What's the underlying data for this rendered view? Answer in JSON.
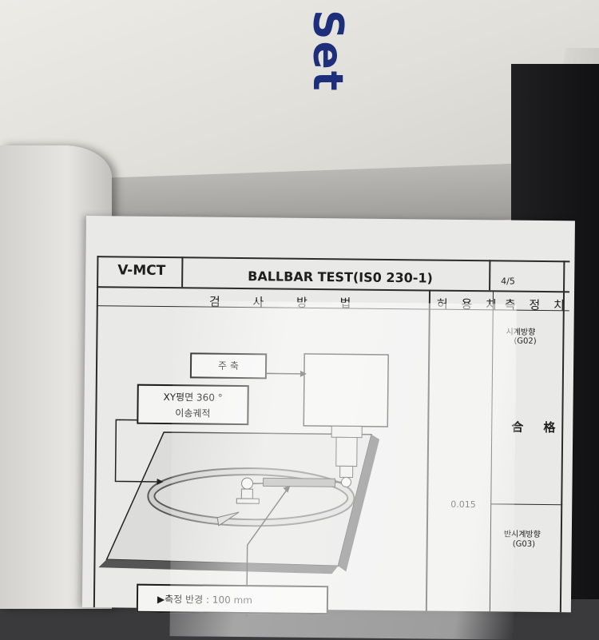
{
  "box": {
    "brand_text": "Set"
  },
  "sheet": {
    "machine": "V-MCT",
    "title": "BALLBAR TEST(IS0 230-1)",
    "page": "4/5",
    "col_method": "검 사 방 법",
    "col_tolerance": "허 용 치",
    "col_measured": "측 정 치",
    "tolerance_value": "0.015",
    "clockwise_label": "시계방향",
    "clockwise_code": "(G02)",
    "result": "合 格",
    "counter_label": "반시계방향",
    "counter_code": "(G03)"
  },
  "diagram": {
    "spindle_label": "주 축",
    "path_label_1": "XY평면 360 °",
    "path_label_2": "이송궤적",
    "bottom_label": "▶측정 반경 : 100 mm"
  },
  "colors": {
    "brand_blue": "#1d2f7a",
    "ink": "#1e1e1e",
    "paper": "#e9e9e7"
  }
}
